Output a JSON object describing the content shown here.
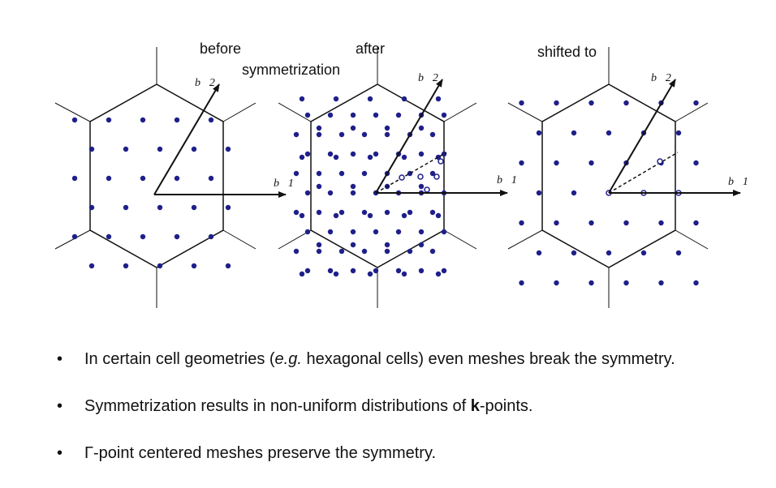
{
  "labels": {
    "before": "before",
    "after": "after",
    "symmetrization": "symmetrization",
    "shifted_to": "shifted to",
    "b1": "b⃗1",
    "b2": "b⃗2"
  },
  "colors": {
    "dot": "#1f1f8a",
    "line": "#111111"
  },
  "bullets": {
    "marker": "•",
    "item1": {
      "pre": "In certain cell geometries (",
      "em": "e.g.",
      "post": " hexagonal cells) even meshes break the symmetry."
    },
    "item2": {
      "pre": "Symmetrization results in non-uniform distributions of ",
      "bold": "k",
      "post": "-points."
    },
    "item3": {
      "text": "Γ-point centered meshes preserve the symmetry."
    }
  }
}
